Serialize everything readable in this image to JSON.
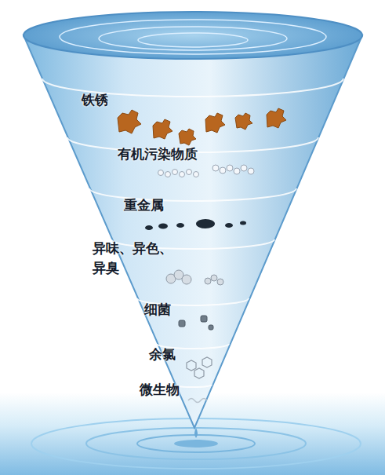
{
  "diagram": {
    "labels": [
      "铁锈",
      "有机污染物质",
      "重金属",
      "异味、异色、 异臭",
      "细菌",
      "余氯",
      "微生物"
    ]
  }
}
